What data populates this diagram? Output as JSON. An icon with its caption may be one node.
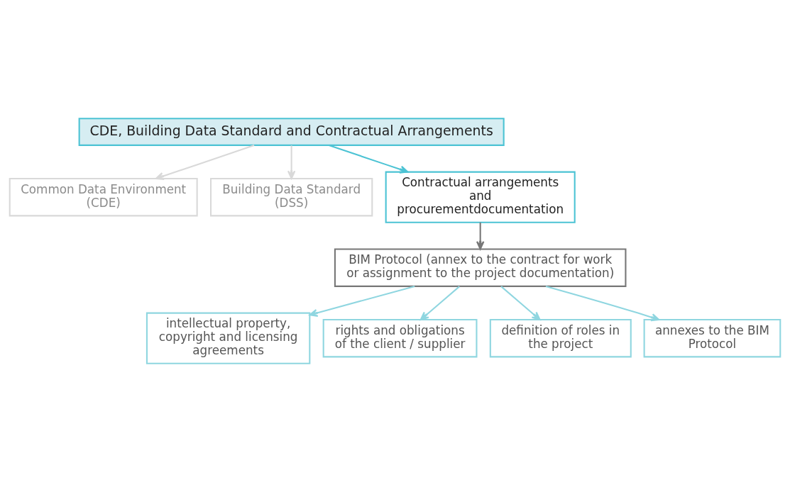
{
  "diagram": {
    "nodes": [
      {
        "text": [
          "CDE, Building Data Standard and Contractual Arrangements"
        ]
      },
      {
        "text": [
          "Common Data Environment (CDE)"
        ]
      },
      {
        "text": [
          "Building Data Standard (DSS)"
        ]
      },
      {
        "text": [
          "Contractual arrangements and procurementdocumentation"
        ]
      },
      {
        "text": [
          "BIM Protocol (annex to the contract for work or assignment to the project documentation)"
        ]
      },
      {
        "text": [
          "intellectual property, copyright and licensing agreements"
        ]
      },
      {
        "text": [
          "rights and obligations of the client / supplier"
        ]
      },
      {
        "text": [
          "definition of roles in the project"
        ]
      },
      {
        "text": [
          "annexes to the BIM Protocol"
        ]
      }
    ],
    "edges": [
      {
        "from": 0,
        "to": 1,
        "arrow": "to",
        "color": "#d9d9d9"
      },
      {
        "from": 0,
        "to": 2,
        "arrow": "to",
        "color": "#d9d9d9"
      },
      {
        "from": 0,
        "to": 3,
        "arrow": "to",
        "color": "#4cc3d4"
      },
      {
        "from": 3,
        "to": 4,
        "arrow": "to",
        "color": "#777777"
      },
      {
        "from": 4,
        "to": 5,
        "arrow": "to"
      },
      {
        "from": 4,
        "to": 6,
        "arrow": "to"
      },
      {
        "from": 4,
        "to": 7,
        "arrow": "to"
      },
      {
        "from": 4,
        "to": 8,
        "arrow": "to"
      }
    ]
  }
}
